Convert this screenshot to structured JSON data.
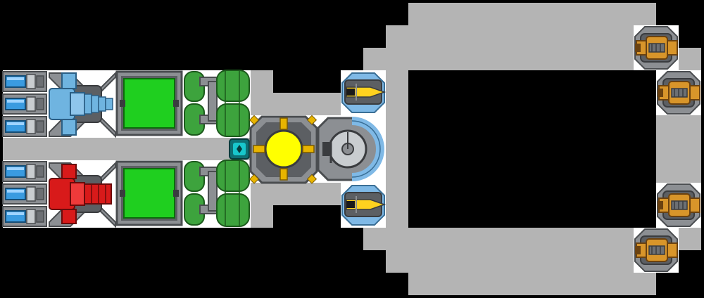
{
  "scene": {
    "background": "#000000",
    "hull_color": "#b4b4b4",
    "slot_color": "#ffffff"
  },
  "colors": {
    "frame_dark": "#4a4d50",
    "frame_mid": "#8c8f93",
    "frame_light": "#c9cdd0",
    "battery_blue": "#3a9be0",
    "thruster_blue": "#6fb4e0",
    "thruster_red": "#d81a1a",
    "tank_green": "#1fcf1f",
    "pipe_green": "#3da33d",
    "reactor_yellow": "#ffff00",
    "reactor_bolt": "#e8b400",
    "shield_blue": "#7fb9e6",
    "gyro_cyan": "#18c6cc",
    "gun_gold": "#d8952a",
    "missile_yellow": "#ffd21f"
  },
  "modules": {
    "batteries_top": {
      "icon": "battery-icon",
      "count": 3
    },
    "batteries_bottom": {
      "icon": "battery-icon",
      "count": 3
    },
    "thruster_blue": {
      "icon": "thruster-icon"
    },
    "thruster_red": {
      "icon": "thruster-icon"
    },
    "fuel_tanks": {
      "icon": "fuel-tank-icon",
      "count": 2
    },
    "engines": {
      "icon": "engine-icon",
      "count": 2
    },
    "gyroscope": {
      "icon": "gyroscope-icon"
    },
    "reactor": {
      "icon": "reactor-icon"
    },
    "shield_generator": {
      "icon": "shield-generator-icon"
    },
    "missile_launchers": {
      "icon": "missile-launcher-icon",
      "count": 2
    },
    "cannons": {
      "icon": "cannon-icon",
      "count": 4
    }
  }
}
